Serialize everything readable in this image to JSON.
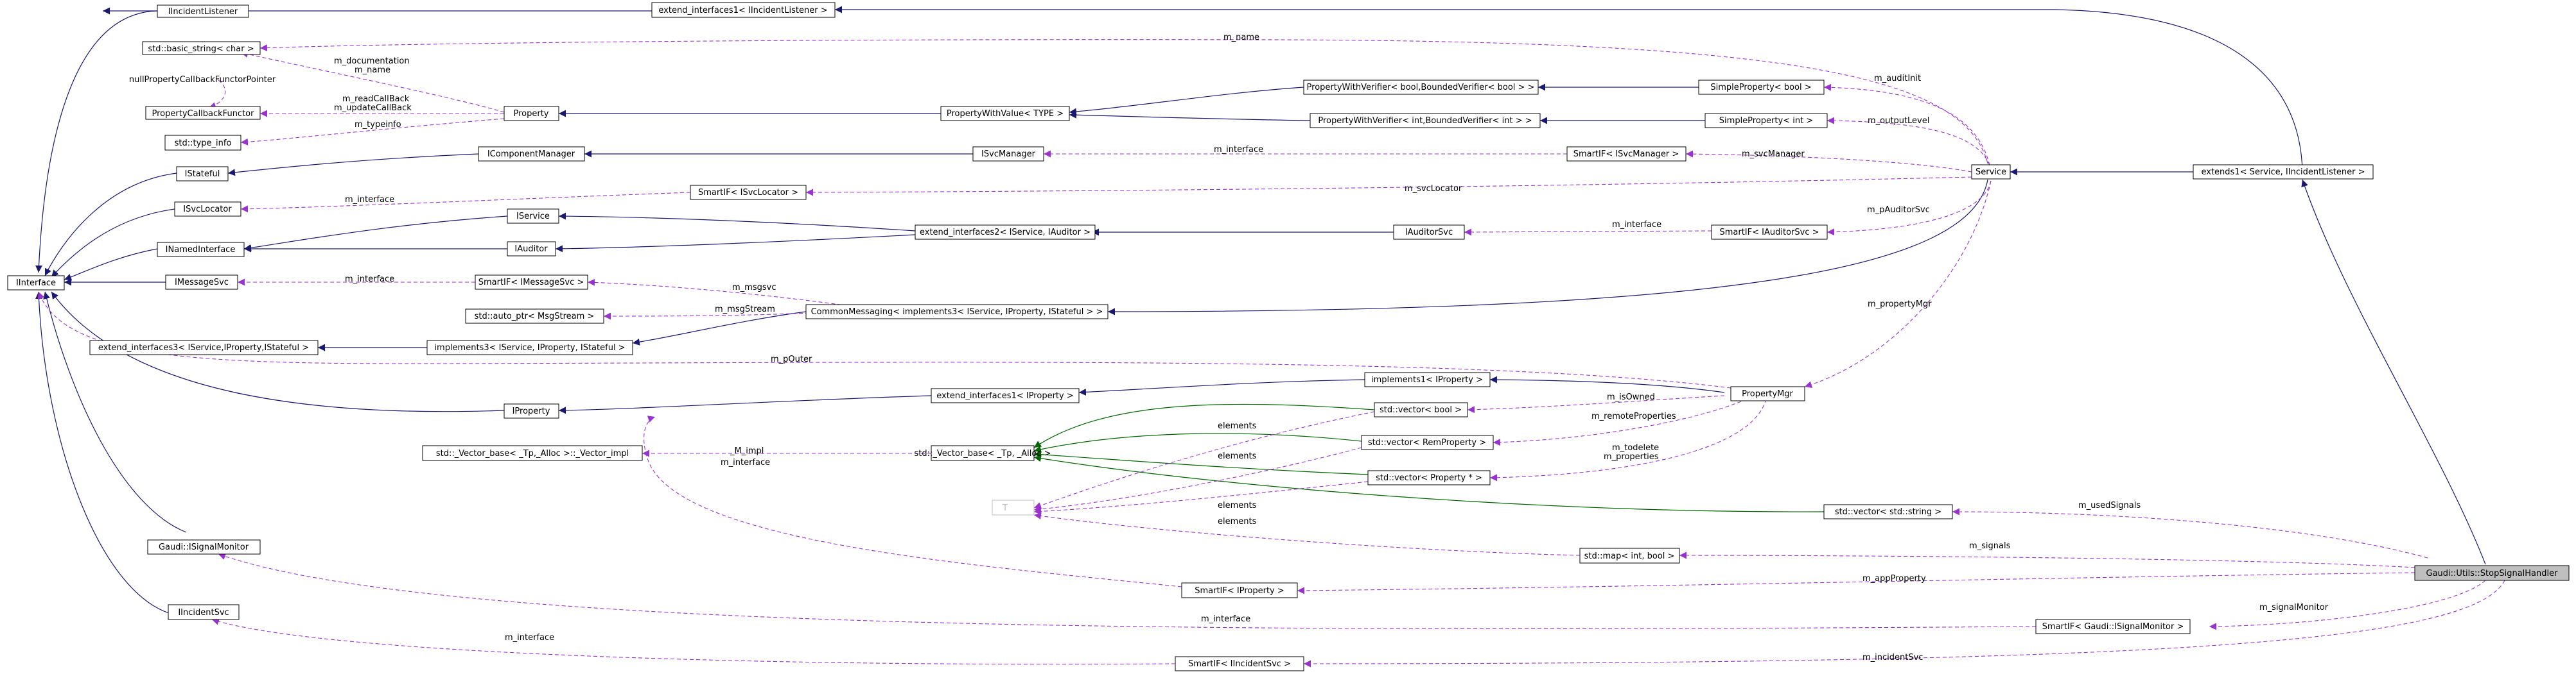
{
  "nodes": {
    "incidentListener": "IIncidentListener",
    "extendIncident": "extend_interfaces1< IIncidentListener >",
    "basicString": "std::basic_string< char >",
    "nullPropCb": "nullPropertyCallbackFunctorPointer",
    "propCbFunctor": "PropertyCallbackFunctor",
    "typeInfo": "std::type_info",
    "istateful": "IStateful",
    "isvclocator": "ISvcLocator",
    "inamed": "INamedInterface",
    "iinterface": "IInterface",
    "imessagesvc": "IMessageSvc",
    "extend3": "extend_interfaces3< IService,IProperty,IStateful >",
    "iproperty": "IProperty",
    "vectorBaseImpl": "std::_Vector_base< _Tp,_Alloc >::_Vector_impl",
    "isignalmonitor": "Gaudi::ISignalMonitor",
    "iincidentsvc": "IIncidentSvc",
    "property": "Property",
    "icomponentmgr": "IComponentManager",
    "smartifSvcLoc": "SmartIF< ISvcLocator >",
    "iservice": "IService",
    "iauditor": "IAuditor",
    "smartifMsg": "SmartIF< IMessageSvc >",
    "autoPtr": "std::auto_ptr< MsgStream >",
    "impl3": "implements3< IService, IProperty, IStateful >",
    "propWithValue": "PropertyWithValue< TYPE >",
    "isvcmanager": "ISvcManager",
    "extend2": "extend_interfaces2< IService, IAuditor >",
    "commonMessaging": "CommonMessaging< implements3< IService, IProperty, IStateful > >",
    "extend1IProp": "extend_interfaces1< IProperty >",
    "vectorBase": "std::_Vector_base< _Tp, _Alloc >",
    "T": "T",
    "smartifIProp": "SmartIF< IProperty >",
    "smartifIncSvc": "SmartIF< IIncidentSvc >",
    "pwvBool": "PropertyWithVerifier< bool,BoundedVerifier< bool > >",
    "pwvInt": "PropertyWithVerifier< int,BoundedVerifier< int > >",
    "smartifSvcMgr": "SmartIF< ISvcManager >",
    "iauditorsvc": "IAuditorSvc",
    "impl1IProp": "implements1< IProperty >",
    "vecBool": "std::vector< bool >",
    "vecRemProp": "std::vector< RemProperty >",
    "vecPropPtr": "std::vector< Property * >",
    "mapIntBool": "std::map< int, bool >",
    "simpleBool": "SimpleProperty< bool >",
    "simpleInt": "SimpleProperty< int >",
    "smartifAudSvc": "SmartIF< IAuditorSvc >",
    "propertyMgr": "PropertyMgr",
    "vecString": "std::vector< std::string >",
    "smartifSigMon": "SmartIF< Gaudi::ISignalMonitor >",
    "service": "Service",
    "extends1": "extends1< Service, IIncidentListener >",
    "stopSignalHandler": "Gaudi::Utils::StopSignalHandler"
  },
  "labels": {
    "m_name": "m_name",
    "m_documentation": "m_documentation",
    "m_name2": "m_name",
    "m_readCallBack": "m_readCallBack",
    "m_updateCallBack": "m_updateCallBack",
    "m_typeinfo": "m_typeinfo",
    "m_auditInit": "m_auditInit",
    "m_outputLevel": "m_outputLevel",
    "m_interface_svcmgr": "m_interface",
    "m_svcManager": "m_svcManager",
    "m_interface_loc": "m_interface",
    "m_svcLocator": "m_svcLocator",
    "m_interface_aud": "m_interface",
    "m_pAuditorSvc": "m_pAuditorSvc",
    "m_interface_msg": "m_interface",
    "m_msgsvc": "m_msgsvc",
    "m_msgStream": "m_msgStream",
    "m_propertyMgr": "m_propertyMgr",
    "m_pOuter": "m_pOuter",
    "m_isOwned": "m_isOwned",
    "m_remoteProperties": "m_remoteProperties",
    "elements1": "elements",
    "m_impl": "_M_impl",
    "elements2": "elements",
    "m_todelete": "m_todelete",
    "m_properties": "m_properties",
    "m_interface_iprop": "m_interface",
    "elements3": "elements",
    "elements4": "elements",
    "m_usedSignals": "m_usedSignals",
    "m_signals": "m_signals",
    "m_appProperty": "m_appProperty",
    "m_interface_sig": "m_interface",
    "m_signalMonitor": "m_signalMonitor",
    "m_interface_inc": "m_interface",
    "m_incidentSvc": "m_incidentSvc"
  },
  "colors": {
    "inheritance": "#191970",
    "template_inheritance": "#006400",
    "usage": "#9a32cd",
    "template_usage": "#ffa500",
    "selected_fill": "#bfbfbf"
  }
}
